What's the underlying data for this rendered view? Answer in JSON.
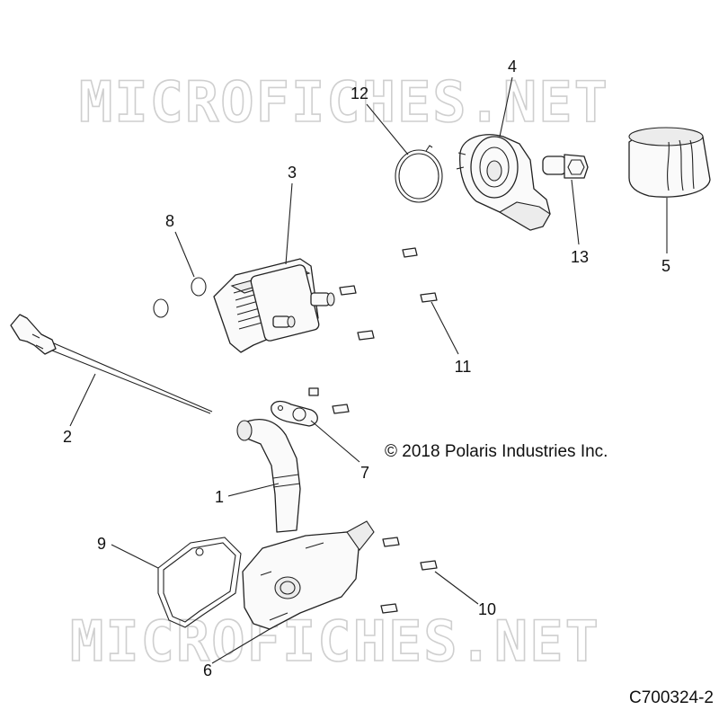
{
  "watermarks": {
    "top": "MICROFICHES.NET",
    "bottom": "MICROFICHES.NET"
  },
  "copyright": "© 2018 Polaris Industries Inc.",
  "diagram_code": "C700324-2",
  "callouts": {
    "c1": "1",
    "c2": "2",
    "c3": "3",
    "c4": "4",
    "c5": "5",
    "c6": "6",
    "c7": "7",
    "c8": "8",
    "c9": "9",
    "c10": "10",
    "c11": "11",
    "c12": "12",
    "c13": "13"
  }
}
